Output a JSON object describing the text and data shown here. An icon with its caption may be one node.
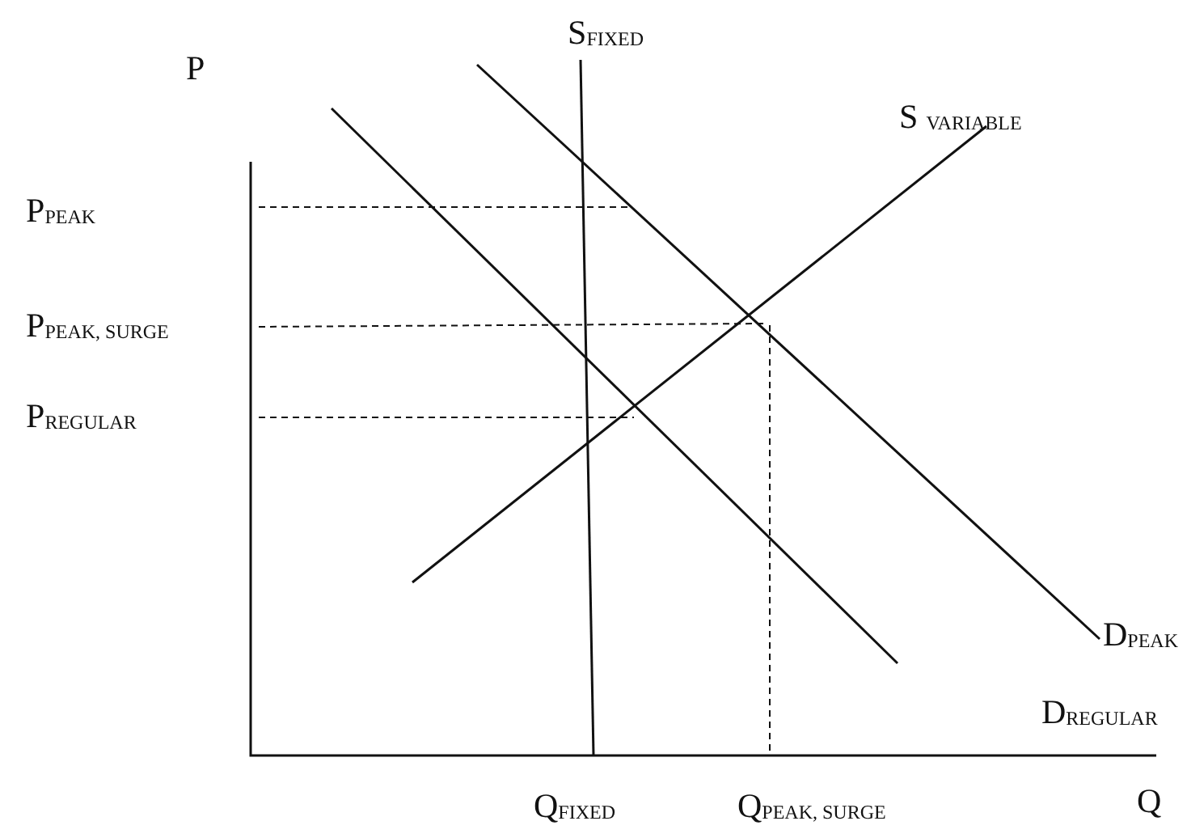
{
  "diagram": {
    "labels": [
      "P",
      "S$_{FIXED}$",
      "S$_{VARIABLE}$",
      "P$_{PEAK}$",
      "P$_{PEAK, SURGE}$",
      "P$_{REGULAR}$",
      "D$_{PEAK}$",
      "D$_{REGULAR}$",
      "Q$_{FIXED}$",
      "Q$_{PEAK, SURGE}$",
      "Q"
    ]
  }
}
